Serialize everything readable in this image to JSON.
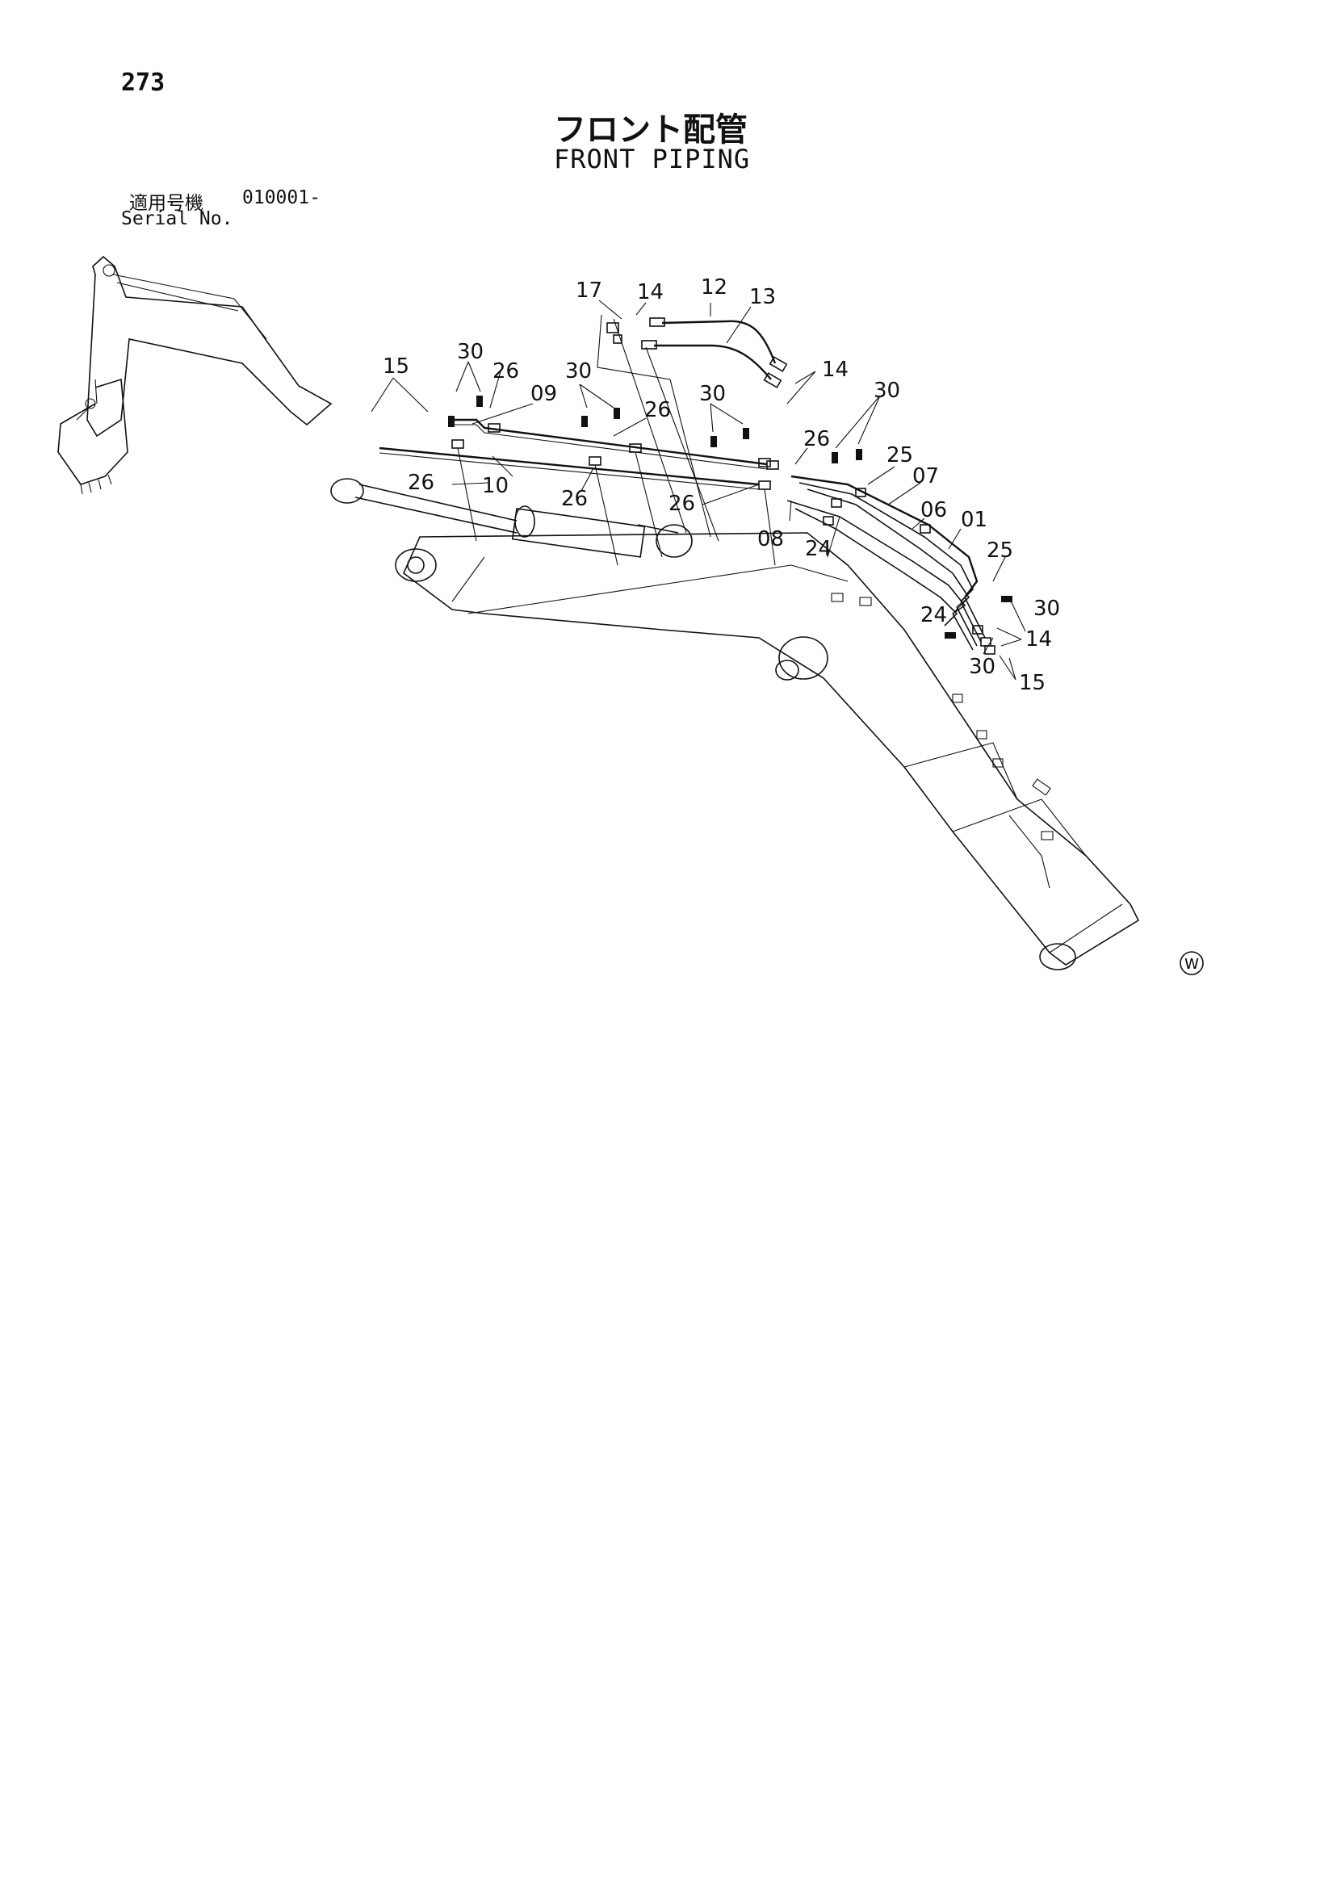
{
  "page_number": "273",
  "title_jp": "フロント配管",
  "title_en": "FRONT PIPING",
  "serial": {
    "label_jp": "適用号機",
    "value": "010001-",
    "label_en": "Serial No."
  },
  "watermark": "W",
  "callouts": {
    "c17": "17",
    "c14a": "14",
    "c12": "12",
    "c13": "13",
    "c14b": "14",
    "c15a": "15",
    "c30a": "30",
    "c26a": "26",
    "c09": "09",
    "c30b": "30",
    "c26b": "26",
    "c30c": "30",
    "c30d": "30",
    "c26c": "26",
    "c25a": "25",
    "c07": "07",
    "c06": "06",
    "c01": "01",
    "c26d": "26",
    "c10": "10",
    "c26e": "26",
    "c26f": "26",
    "c08": "08",
    "c24a": "24",
    "c25b": "25",
    "c24b": "24",
    "c30e": "30",
    "c14c": "14",
    "c30f": "30",
    "c15b": "15"
  }
}
